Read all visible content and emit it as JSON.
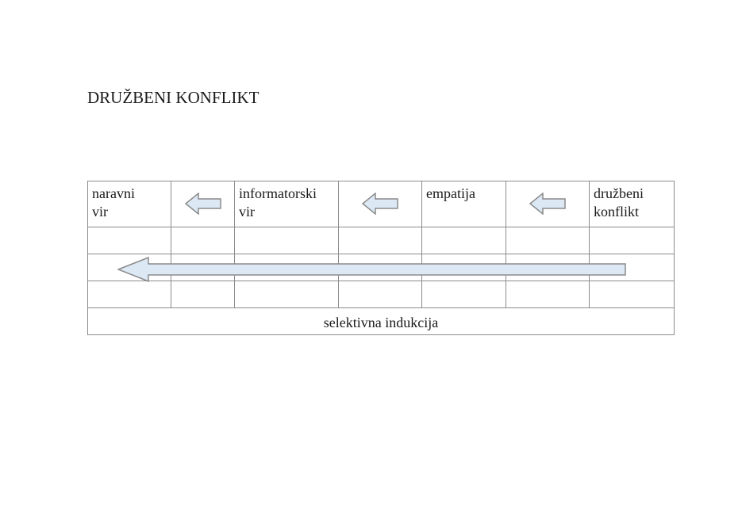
{
  "title": "DRUŽBENI KONFLIKT",
  "table": {
    "header": {
      "col1": [
        "naravni",
        "vir"
      ],
      "col3": [
        "informatorski",
        "vir"
      ],
      "col5": [
        "empatija"
      ],
      "col7": [
        "družbeni",
        "konflikt"
      ]
    },
    "footer": "selektivna indukcija"
  },
  "arrows": {
    "fill": "#dce9f5",
    "stroke": "#8a8a8a",
    "direction": "left"
  }
}
